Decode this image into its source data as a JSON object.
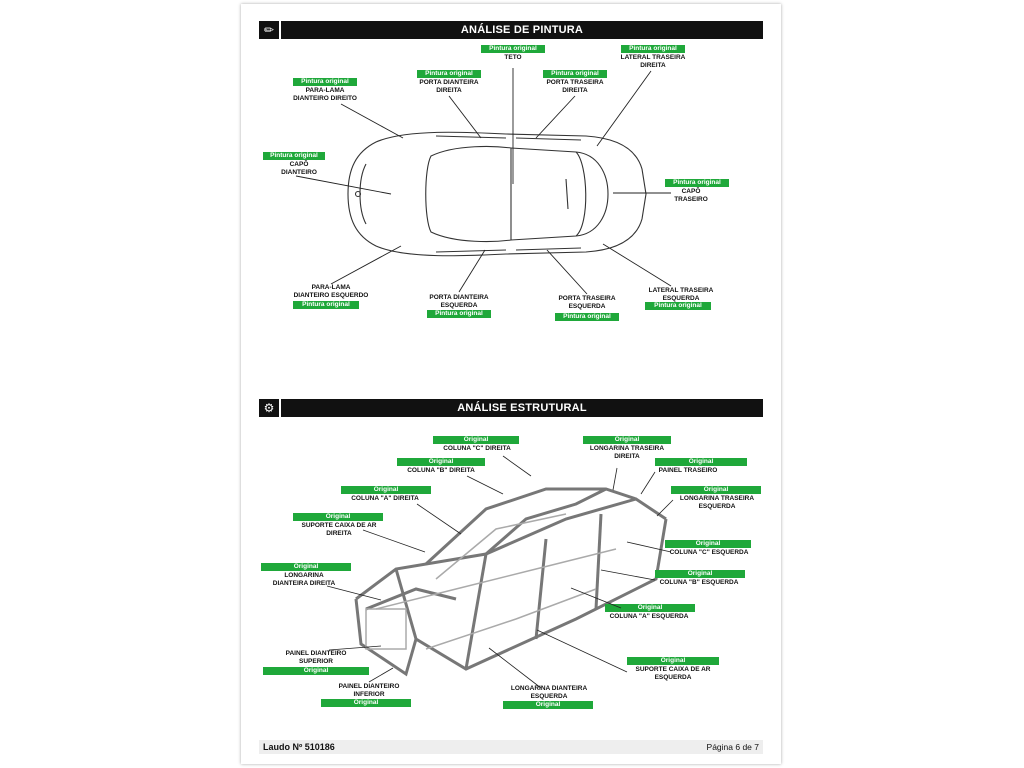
{
  "paint": {
    "title": "ANÁLISE DE PINTURA",
    "items": [
      {
        "name": "TETO",
        "status": "Pintura original"
      },
      {
        "name": "LATERAL TRASEIRA\nDIREITA",
        "status": "Pintura original"
      },
      {
        "name": "PORTA DIANTEIRA\nDIREITA",
        "status": "Pintura original"
      },
      {
        "name": "PORTA TRASEIRA\nDIREITA",
        "status": "Pintura original"
      },
      {
        "name": "PARA-LAMA\nDIANTEIRO DIREITO",
        "status": "Pintura original"
      },
      {
        "name": "CAPÔ\nDIANTEIRO",
        "status": "Pintura original"
      },
      {
        "name": "CAPÔ\nTRASEIRO",
        "status": "Pintura original"
      },
      {
        "name": "PARA-LAMA\nDIANTEIRO ESQUERDO",
        "status": "Pintura original"
      },
      {
        "name": "PORTA DIANTEIRA\nESQUERDA",
        "status": "Pintura original"
      },
      {
        "name": "PORTA TRASEIRA\nESQUERDA",
        "status": "Pintura original"
      },
      {
        "name": "LATERAL TRASEIRA\nESQUERDA",
        "status": "Pintura original"
      }
    ]
  },
  "structure": {
    "title": "ANÁLISE ESTRUTURAL",
    "items": [
      {
        "name": "COLUNA \"C\" DIREITA",
        "status": "Original"
      },
      {
        "name": "LONGARINA TRASEIRA\nDIREITA",
        "status": "Original"
      },
      {
        "name": "COLUNA \"B\" DIREITA",
        "status": "Original"
      },
      {
        "name": "PAINEL TRASEIRO",
        "status": "Original"
      },
      {
        "name": "COLUNA \"A\" DIREITA",
        "status": "Original"
      },
      {
        "name": "LONGARINA TRASEIRA\nESQUERDA",
        "status": "Original"
      },
      {
        "name": "SUPORTE CAIXA DE AR\nDIREITA",
        "status": "Original"
      },
      {
        "name": "COLUNA \"C\" ESQUERDA",
        "status": "Original"
      },
      {
        "name": "LONGARINA\nDIANTEIRA DIREITA",
        "status": "Original"
      },
      {
        "name": "COLUNA \"B\" ESQUERDA",
        "status": "Original"
      },
      {
        "name": "COLUNA \"A\" ESQUERDA",
        "status": "Original"
      },
      {
        "name": "PAINEL DIANTEIRO\nSUPERIOR",
        "status": "Original"
      },
      {
        "name": "SUPORTE CAIXA DE AR\nESQUERDA",
        "status": "Original"
      },
      {
        "name": "PAINEL DIANTEIRO\nINFERIOR",
        "status": "Original"
      },
      {
        "name": "LONGARINA DIANTEIRA\nESQUERDA",
        "status": "Original"
      }
    ]
  },
  "footer": {
    "report": "Laudo Nº 510186",
    "page": "Página 6 de 7"
  },
  "colors": {
    "tag_green": "#1fa83a",
    "header_black": "#111111"
  }
}
